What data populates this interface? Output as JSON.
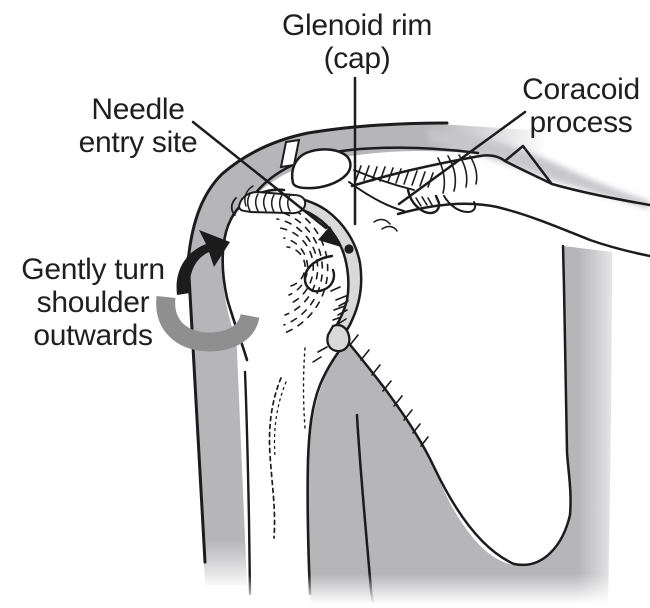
{
  "figure": {
    "description": "Black-and-white medical line drawing of a right shoulder (front view) showing the humeral head, glenoid rim cap, clavicle, coracoid process and scapula, annotated for a needle entry procedure.",
    "needle_entry_marker": "black dot on glenoid rim"
  },
  "labels": {
    "glenoid": {
      "lines": [
        "Glenoid rim",
        "(cap)"
      ]
    },
    "coracoid": {
      "lines": [
        "Coracoid",
        "process"
      ]
    },
    "needle": {
      "lines": [
        "Needle",
        "entry site"
      ]
    },
    "turn": {
      "lines": [
        "Gently turn",
        "shoulder",
        "outwards"
      ]
    }
  },
  "colors": {
    "background": "#ffffff",
    "body_gray": "#b6b6b9",
    "shadow_gray": "#c6c6ca",
    "cap_gray": "#d9d9d9",
    "ribbon_gray": "#8f8f8f",
    "ink": "#1c1c1c",
    "text_ink": "#1f1f1f"
  }
}
